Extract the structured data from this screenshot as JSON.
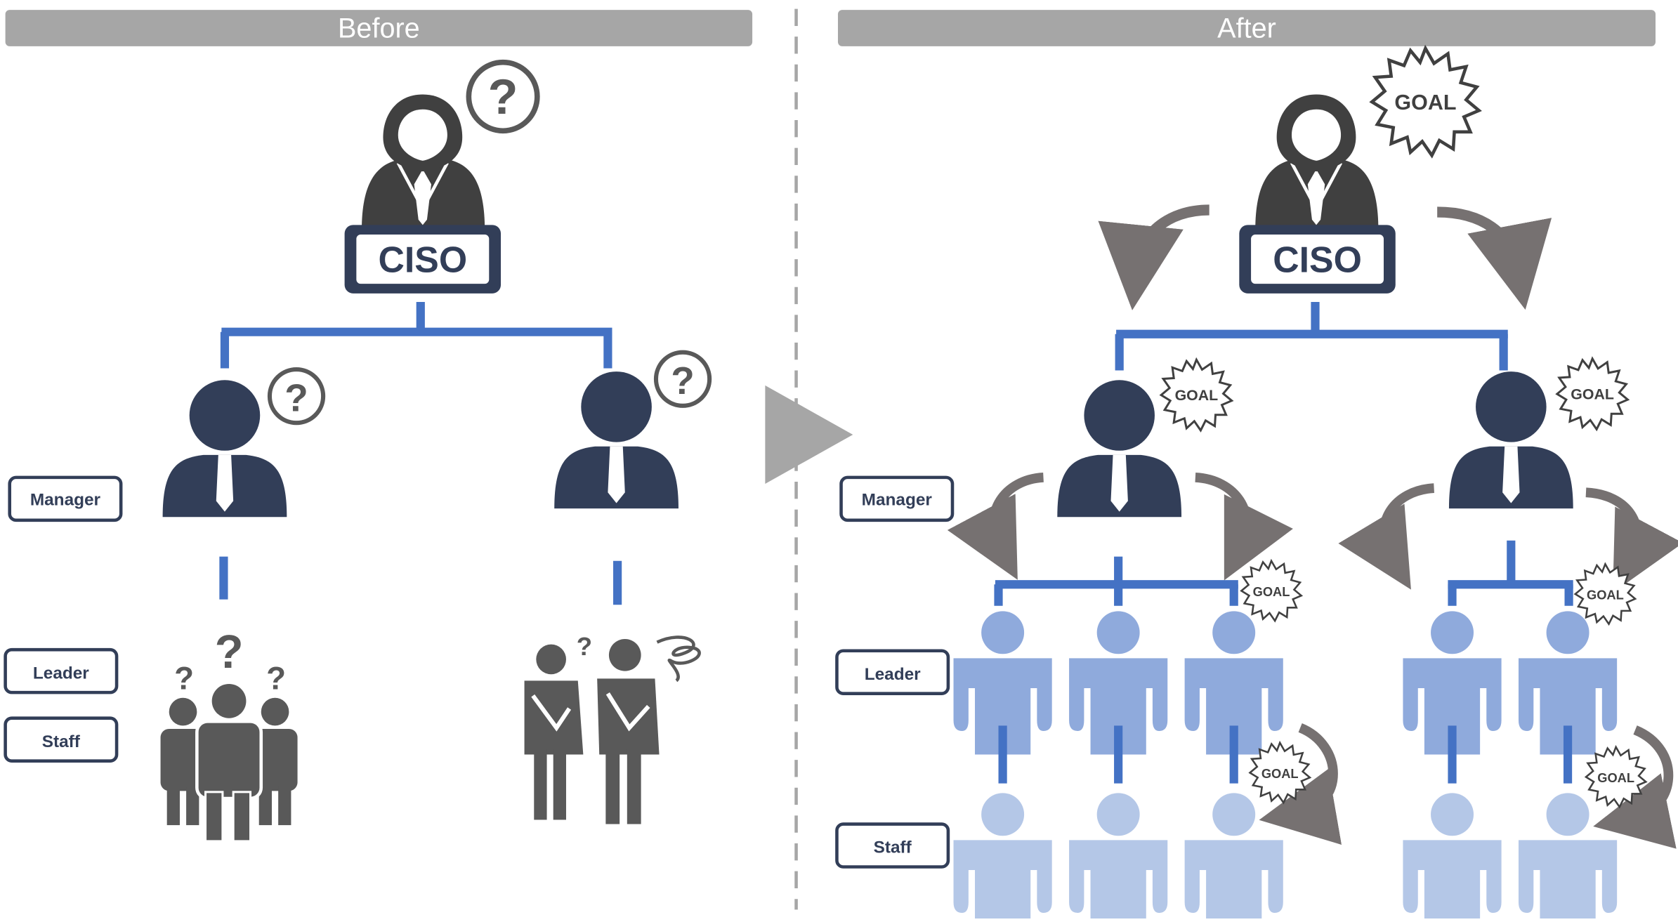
{
  "panels": {
    "before": {
      "title": "Before"
    },
    "after": {
      "title": "After"
    }
  },
  "labels": {
    "ciso": "CISO",
    "manager": "Manager",
    "leader": "Leader",
    "staff": "Staff",
    "goal": "GOAL",
    "question": "?"
  },
  "colors": {
    "header_bar": "#a6a6a6",
    "navy": "#323e58",
    "line_blue": "#4472c4",
    "leader_blue": "#8faadc",
    "staff_blue": "#b4c7e7",
    "gray_icon": "#595959",
    "arrow_gray": "#767171"
  }
}
